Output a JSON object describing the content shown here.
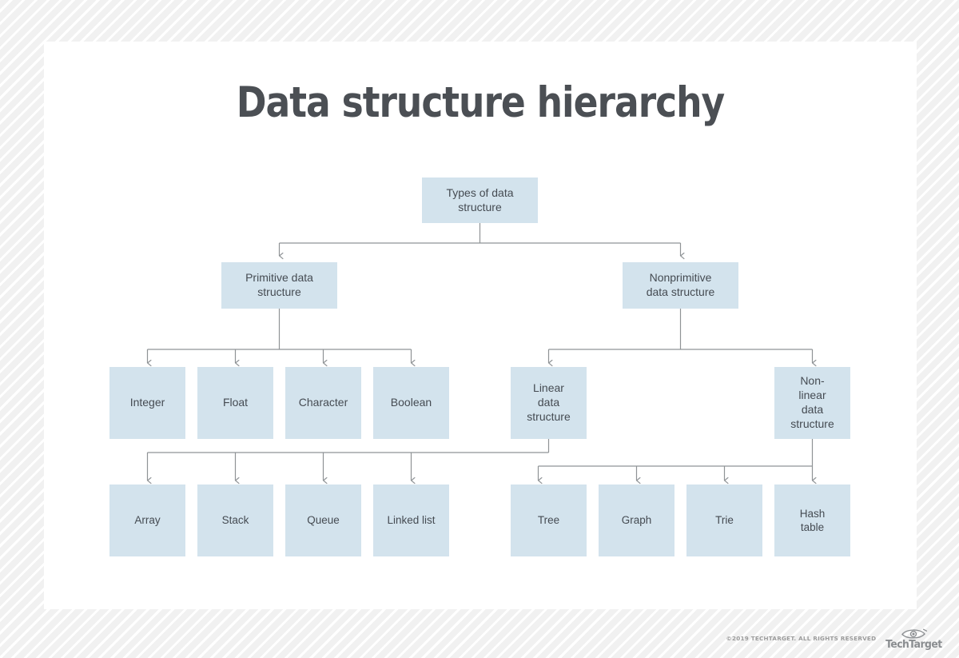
{
  "page": {
    "title": "Data structure hierarchy",
    "background_color": "#f2f2f2",
    "card_color": "#ffffff",
    "node_fill": "#d3e3ed",
    "node_text_color": "#454b52",
    "connector_color": "#8f9396",
    "title_color": "#4b4f54"
  },
  "diagram": {
    "type": "hierarchy-tree",
    "root": {
      "label": "Types of data\nstructure"
    },
    "level1": [
      {
        "label": "Primitive data\nstructure"
      },
      {
        "label": "Nonprimitive\ndata structure"
      }
    ],
    "level2_primitive": [
      {
        "label": "Integer"
      },
      {
        "label": "Float"
      },
      {
        "label": "Character"
      },
      {
        "label": "Boolean"
      }
    ],
    "level2_nonprimitive": [
      {
        "label": "Linear\ndata\nstructure"
      },
      {
        "label": "Non-\nlinear\ndata\nstructure"
      }
    ],
    "level3_linear": [
      {
        "label": "Array"
      },
      {
        "label": "Stack"
      },
      {
        "label": "Queue"
      },
      {
        "label": "Linked list"
      }
    ],
    "level3_nonlinear": [
      {
        "label": "Tree"
      },
      {
        "label": "Graph"
      },
      {
        "label": "Trie"
      },
      {
        "label": "Hash\ntable"
      }
    ]
  },
  "footer": {
    "copyright": "©2019 TECHTARGET. ALL RIGHTS RESERVED",
    "brand": "TechTarget",
    "logo_icon": "eye-icon"
  }
}
